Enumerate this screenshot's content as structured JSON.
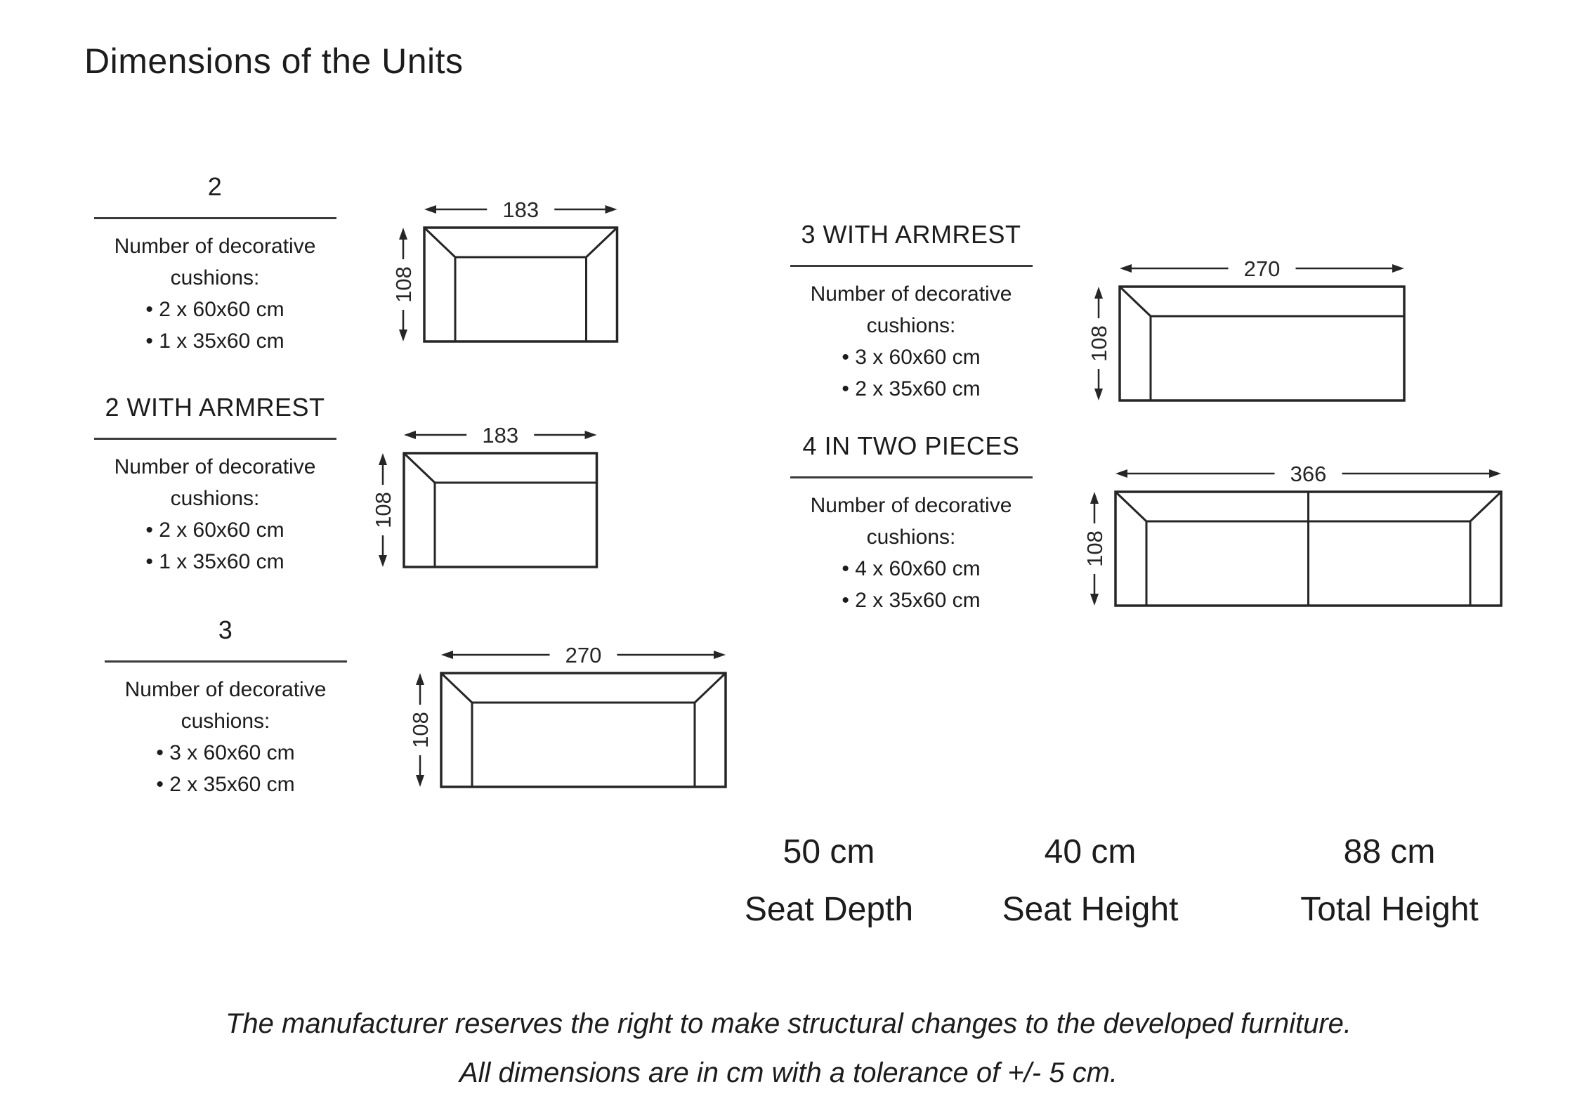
{
  "title": "Dimensions of the Units",
  "colors": {
    "background": "#ffffff",
    "ink": "#1c1c1c",
    "diagram_line": "#262626",
    "rule_line": "#3a3a3a"
  },
  "sections": [
    {
      "title": "2",
      "label1": "Number of decorative",
      "label2": "cushions:",
      "bullets": [
        "• 2 x 60x60 cm",
        "• 1 x 35x60 cm"
      ],
      "diagram": {
        "width_label": "183",
        "depth_label": "108",
        "width_cm": 183,
        "depth_cm": 108,
        "armrests": "both",
        "pieces": 1
      }
    },
    {
      "title": "2 WITH ARMREST",
      "label1": "Number of decorative",
      "label2": "cushions:",
      "bullets": [
        "• 2 x 60x60 cm",
        "• 1 x 35x60 cm"
      ],
      "diagram": {
        "width_label": "183",
        "depth_label": "108",
        "width_cm": 183,
        "depth_cm": 108,
        "armrests": "left",
        "pieces": 1
      }
    },
    {
      "title": "3",
      "label1": "Number of decorative",
      "label2": "cushions:",
      "bullets": [
        "• 3 x 60x60 cm",
        "• 2 x 35x60 cm"
      ],
      "diagram": {
        "width_label": "270",
        "depth_label": "108",
        "width_cm": 270,
        "depth_cm": 108,
        "armrests": "both",
        "pieces": 1
      }
    },
    {
      "title": "3 WITH ARMREST",
      "label1": "Number of decorative",
      "label2": "cushions:",
      "bullets": [
        "• 3 x 60x60 cm",
        "• 2 x 35x60 cm"
      ],
      "diagram": {
        "width_label": "270",
        "depth_label": "108",
        "width_cm": 270,
        "depth_cm": 108,
        "armrests": "left",
        "pieces": 1
      }
    },
    {
      "title": "4 IN TWO PIECES",
      "label1": "Number of decorative",
      "label2": "cushions:",
      "bullets": [
        "• 4 x 60x60 cm",
        "• 2 x 35x60 cm"
      ],
      "diagram": {
        "width_label": "366",
        "depth_label": "108",
        "width_cm": 366,
        "depth_cm": 108,
        "armrests": "both",
        "pieces": 2
      }
    }
  ],
  "stats": [
    {
      "value": "50 cm",
      "label": "Seat Depth"
    },
    {
      "value": "40 cm",
      "label": "Seat Height"
    },
    {
      "value": "88 cm",
      "label": "Total Height"
    }
  ],
  "footer": {
    "line1": "The manufacturer reserves the right to make structural changes to the developed furniture.",
    "line2": "All dimensions are in cm with a tolerance of +/- 5 cm."
  }
}
